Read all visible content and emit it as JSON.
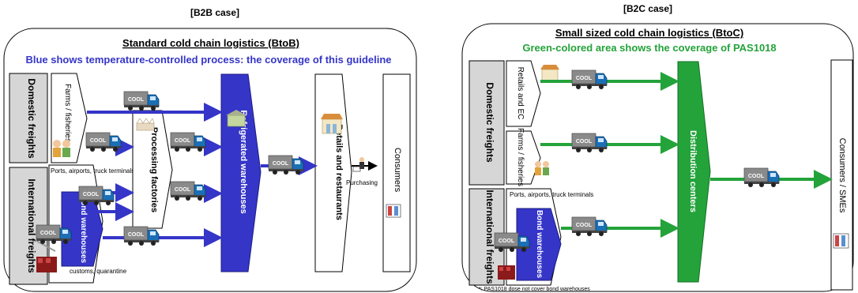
{
  "colors": {
    "blue": "#3535c8",
    "green": "#24a33a",
    "grey": "#d6d6d6",
    "truck_body": "#1b6fb5",
    "truck_box": "#8a8a8a"
  },
  "b2b": {
    "case_label": "[B2B case]",
    "title": "Standard cold chain logistics (BtoB)",
    "subtitle": "Blue shows temperature-controlled process: the coverage of this guideline",
    "domestic": "Domestic freights",
    "international": "International freights",
    "farms": "Farms / fisheries",
    "ports": "Ports, airports, truck terminals",
    "bond": "Bond warehouses",
    "customs": "customs, quarantine",
    "processing": "Processing factories",
    "refrigerated": "Refrigerated warehouses",
    "retails": "Retails and restaurants",
    "purchasing": "Purchasing",
    "consumers": "Consumers"
  },
  "b2c": {
    "case_label": "[B2C case]",
    "title": "Small sized cold chain logistics (BtoC)",
    "subtitle": "Green-colored area shows the coverage of PAS1018",
    "domestic": "Domestic freights",
    "international": "International freights",
    "retails_ec": "Retails and EC",
    "farms": "Farms / fisheries",
    "ports": "Ports, airports, truck terminals",
    "bond": "Bond warehouses",
    "distribution": "Distribution centers",
    "consumers": "Consumers / SMEs",
    "footnote": "*: PAS1018 dose not cover bond warehouses"
  },
  "truck_label": "COOL"
}
